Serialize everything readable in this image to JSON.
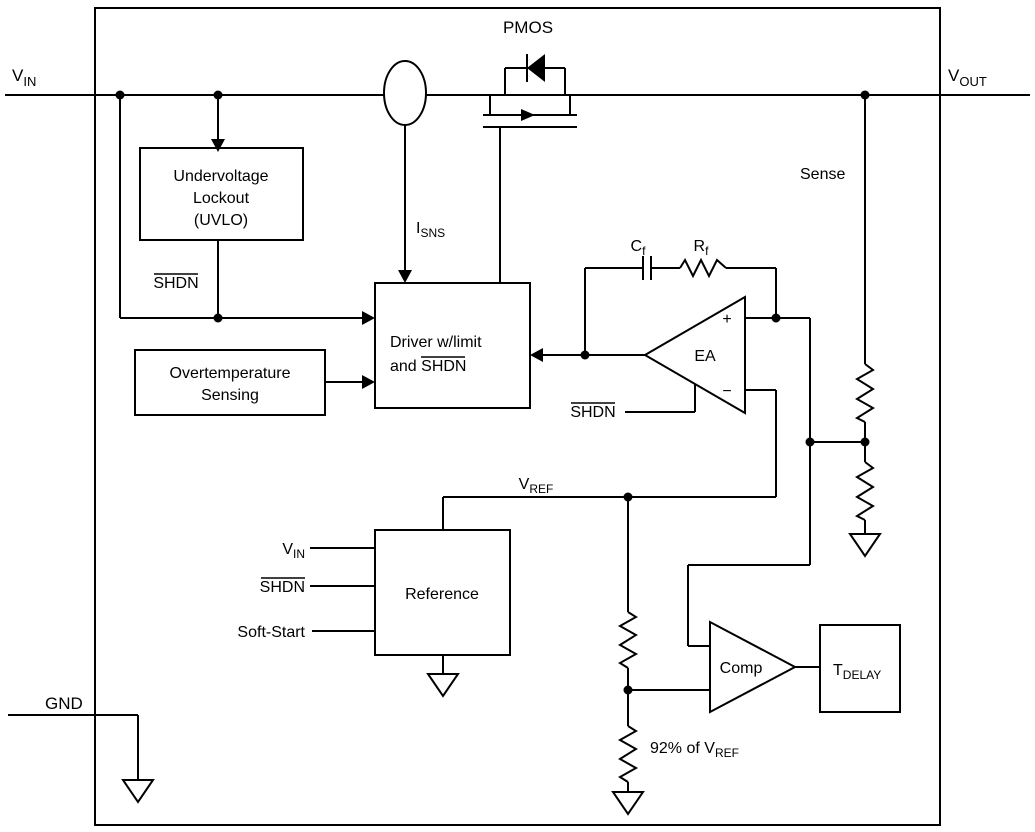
{
  "diagram": {
    "colors": {
      "line": "#000000",
      "background": "#ffffff"
    },
    "pins": {
      "vin": {
        "main": "V",
        "sub": "IN"
      },
      "vout": {
        "main": "V",
        "sub": "OUT"
      },
      "gnd": "GND"
    },
    "pmos": {
      "label": "PMOS"
    },
    "current_sense": {
      "isns": {
        "main": "I",
        "sub": "SNS"
      }
    },
    "uvlo": {
      "line1": "Undervoltage",
      "line2": "Lockout",
      "line3": "(UVLO)"
    },
    "shdn_input": "SHDN",
    "overtemp": {
      "line1": "Overtemperature",
      "line2": "Sensing"
    },
    "driver": {
      "line1": "Driver w/limit",
      "line2_prefix": "and ",
      "line2_shdn": "SHDN"
    },
    "ea": {
      "label": "EA",
      "plus": "+",
      "minus": "−",
      "shdn": "SHDN"
    },
    "compensation": {
      "cf": {
        "main": "C",
        "sub": "f"
      },
      "rf": {
        "main": "R",
        "sub": "f"
      }
    },
    "sense": {
      "label": "Sense"
    },
    "reference": {
      "label": "Reference",
      "vref": {
        "main": "V",
        "sub": "REF"
      },
      "inputs": {
        "vin": {
          "main": "V",
          "sub": "IN"
        },
        "shdn": "SHDN",
        "soft_start": "Soft-Start"
      }
    },
    "comparator": {
      "label": "Comp",
      "threshold": {
        "main": "92% of V",
        "sub": "REF"
      }
    },
    "tdelay": {
      "main": "T",
      "sub": "DELAY"
    }
  }
}
